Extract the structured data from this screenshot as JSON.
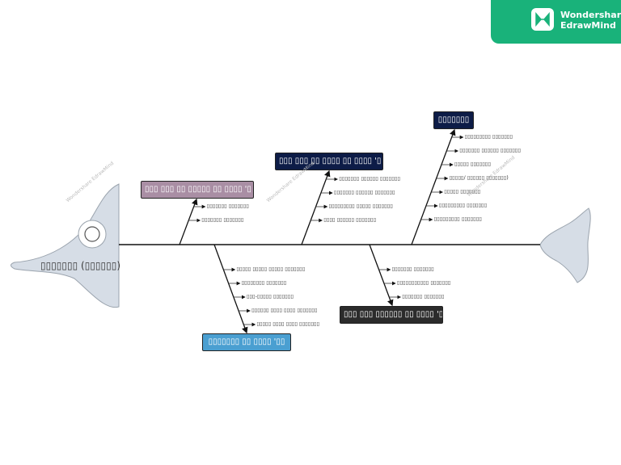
{
  "brand": {
    "line1": "Wondershare",
    "line2": "EdrawMind"
  },
  "head": {
    "label": "▯▯▯▯▯▯▯ (▯▯▯▯▯▯)"
  },
  "categories": [
    {
      "id": "cat1",
      "label": "▯▯▯ ▯▯▯ ▯▯ ▯▯▯▯▯ ▯▯ ▯▯▯▯ '▯",
      "bg": "#a98ea4",
      "fg": "#ffffff",
      "causes": [
        "▯▯▯▯▯▯▯ ▯▯▯▯▯▯▯",
        "▯▯▯▯▯▯▯ ▯▯▯▯▯▯▯"
      ]
    },
    {
      "id": "cat2",
      "label": "▯▯▯ ▯▯▯ ▯▯ ▯▯▯▯ ▯▯ ▯▯▯▯ '▯",
      "bg": "#0d1c47",
      "fg": "#ffffff",
      "causes": [
        "▯▯▯▯▯▯▯ ▯▯▯▯▯▯ ▯▯▯▯▯▯▯",
        "▯▯▯▯▯▯▯ ▯▯▯▯▯▯ ▯▯▯▯▯▯▯",
        "▯▯▯▯▯▯▯▯▯ ▯▯▯▯▯ ▯▯▯▯▯▯▯",
        "▯▯▯▯ ▯▯▯▯▯▯ ▯▯▯▯▯▯▯"
      ]
    },
    {
      "id": "cat3",
      "label": "▯▯▯▯▯▯▯",
      "bg": "#0d1c47",
      "fg": "#ffffff",
      "causes": [
        "▯▯▯▯▯▯▯▯▯ ▯▯▯▯▯▯▯",
        "▯▯▯▯▯▯▯ ▯▯▯▯▯▯ ▯▯▯▯▯▯▯",
        "▯▯▯▯▯ ▯▯▯▯▯▯▯",
        "▯▯▯▯▯/ ▯▯▯▯▯▯ ▯▯▯▯▯▯▯)",
        "▯▯▯▯▯ ▯▯▯▯▯▯▯",
        "▯▯▯▯▯▯▯▯▯ ▯▯▯▯▯▯▯",
        "▯▯▯▯▯▯▯▯▯ ▯▯▯▯▯▯▯"
      ]
    },
    {
      "id": "cat4",
      "label": "▯▯▯▯▯▯▯ ▯▯ ▯▯▯▯ '▯▯",
      "bg": "#4a9fd1",
      "fg": "#ffffff",
      "causes": [
        "▯▯▯▯▯ ▯▯▯▯▯ ▯▯▯▯▯ ▯▯▯▯▯▯▯",
        "▯▯▯▯▯▯▯▯ ▯▯▯▯▯▯▯",
        "▯▯▯-▯▯▯▯▯ ▯▯▯▯▯▯▯",
        "▯▯▯▯▯▯ ▯▯▯▯ ▯▯▯▯ ▯▯▯▯▯▯▯",
        "▯▯▯▯▯ ▯▯▯▯ ▯▯▯▯ ▯▯▯▯▯▯▯"
      ]
    },
    {
      "id": "cat5",
      "label": "▯▯▯ ▯▯▯ ▯▯▯▯▯▯ ▯▯ ▯▯▯▯ '▯",
      "bg": "#2b2b2b",
      "fg": "#ffffff",
      "causes": [
        "▯▯▯▯▯▯▯ ▯▯▯▯▯▯▯",
        "▯▯▯▯▯▯▯▯▯▯▯ ▯▯▯▯▯▯▯",
        "▯▯▯▯▯▯▯ ▯▯▯▯▯▯▯"
      ]
    }
  ],
  "watermark": {
    "line1": "Wondershare",
    "line2": "EdrawMind"
  },
  "colors": {
    "fish_fill": "#d6dde6",
    "fish_stroke": "#9aa3ad",
    "spine": "#111111"
  }
}
